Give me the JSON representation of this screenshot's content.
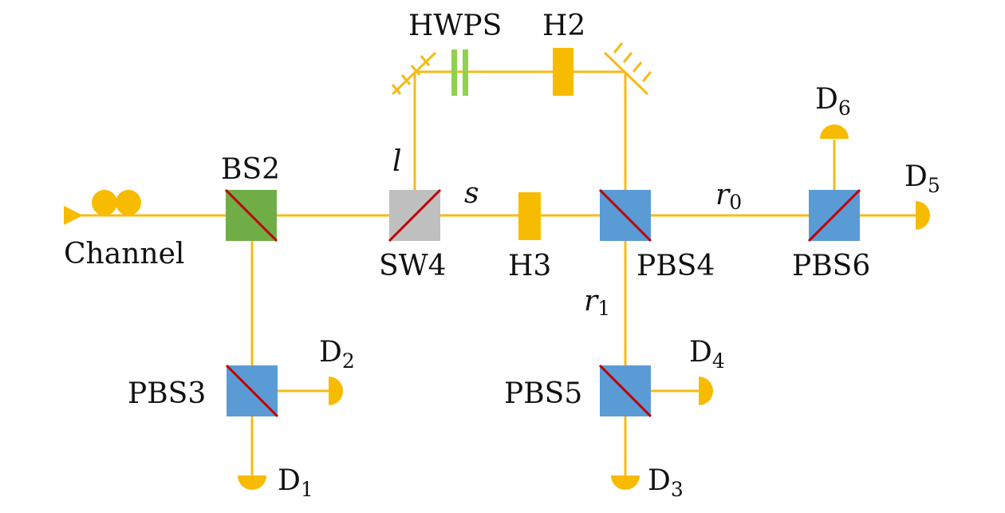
{
  "colors": {
    "beam": "#f5bb15",
    "detector": "#f7bb00",
    "pbs": "#5b9bd5",
    "bs": "#70ad47",
    "switch": "#bfbfbf",
    "mirror_line": "#c00000",
    "hwps": "#92d050",
    "waveplate": "#f7bb00"
  },
  "labels": {
    "channel": "Channel",
    "bs2": "BS2",
    "sw4": "SW4",
    "h3": "H3",
    "pbs4": "PBS4",
    "pbs6": "PBS6",
    "pbs3": "PBS3",
    "pbs5": "PBS5",
    "hwps": "HWPS",
    "h2": "H2",
    "path_l": "l",
    "path_s": "s",
    "path_r0_base": "r",
    "path_r0_sub": "0",
    "path_r1_base": "r",
    "path_r1_sub": "1"
  },
  "detectors": [
    {
      "base": "D",
      "sub": "1"
    },
    {
      "base": "D",
      "sub": "2"
    },
    {
      "base": "D",
      "sub": "3"
    },
    {
      "base": "D",
      "sub": "4"
    },
    {
      "base": "D",
      "sub": "5"
    },
    {
      "base": "D",
      "sub": "6"
    }
  ],
  "icons": {
    "source_arrow": "triangle-arrow-icon",
    "fiber": "fiber-coil-icon",
    "detector": "detector-icon",
    "mirror": "mirror-icon"
  }
}
